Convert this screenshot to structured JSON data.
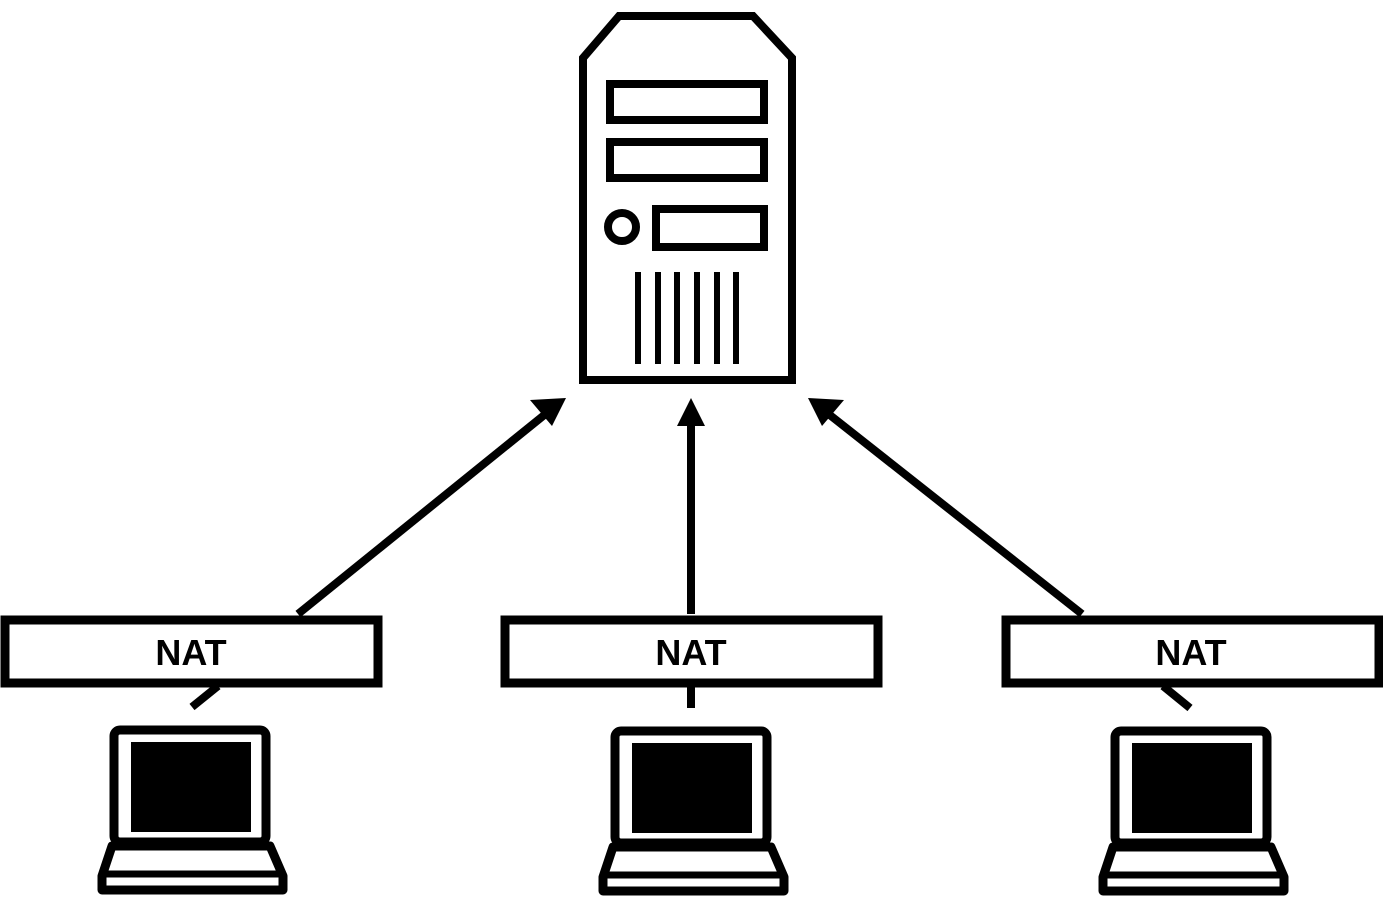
{
  "diagram": {
    "server": {
      "icon": "server-tower-icon"
    },
    "clients": [
      {
        "nat_label": "NAT",
        "icon": "laptop-icon"
      },
      {
        "nat_label": "NAT",
        "icon": "laptop-icon"
      },
      {
        "nat_label": "NAT",
        "icon": "laptop-icon"
      }
    ],
    "colors": {
      "stroke": "#000000",
      "background": "#ffffff"
    }
  }
}
